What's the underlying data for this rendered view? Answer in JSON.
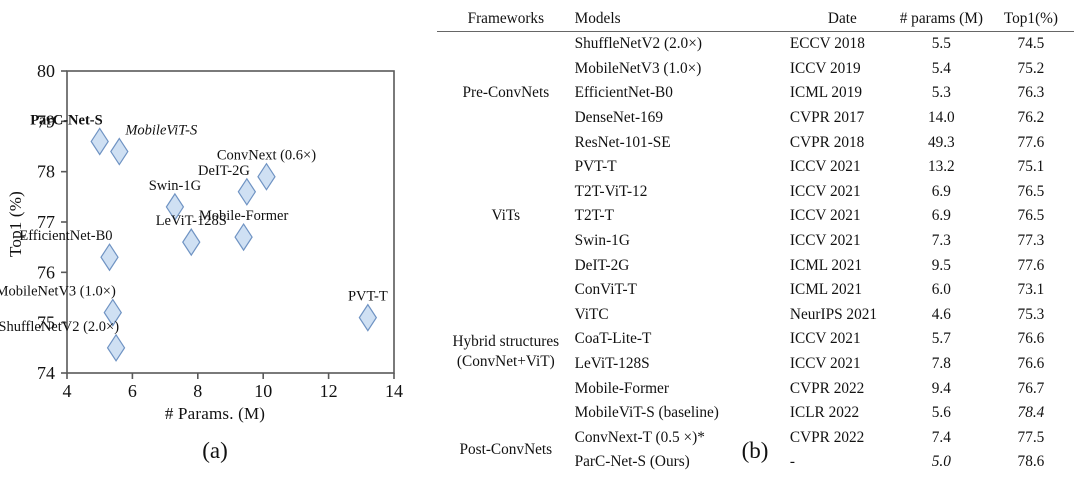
{
  "figure_a": {
    "caption": "(a)",
    "chart_data": {
      "type": "scatter",
      "title": "",
      "xlabel": "# Params. (M)",
      "ylabel": "Top1 (%)",
      "xlim": [
        4,
        14
      ],
      "ylim": [
        74,
        80
      ],
      "xticks": [
        4,
        6,
        8,
        10,
        12,
        14
      ],
      "yticks": [
        74,
        75,
        76,
        77,
        78,
        79,
        80
      ],
      "grid": false,
      "legend": "none",
      "marker": "diamond",
      "marker_fill": "#cfe0f3",
      "marker_stroke": "#6f93c3",
      "points": [
        {
          "label": "ParC-Net-S",
          "x": 5.0,
          "y": 78.6,
          "label_style": "bold",
          "label_pos": "above-left"
        },
        {
          "label": "MobileViT-S",
          "x": 5.6,
          "y": 78.4,
          "label_style": "italic",
          "label_pos": "above-right"
        },
        {
          "label": "ConvNext (0.6×)",
          "x": 10.1,
          "y": 77.9,
          "label_style": "normal",
          "label_pos": "above"
        },
        {
          "label": "DeIT-2G",
          "x": 9.5,
          "y": 77.6,
          "label_style": "normal",
          "label_pos": "above-left"
        },
        {
          "label": "Swin-1G",
          "x": 7.3,
          "y": 77.3,
          "label_style": "normal",
          "label_pos": "above"
        },
        {
          "label": "Mobile-Former",
          "x": 9.4,
          "y": 76.7,
          "label_style": "normal",
          "label_pos": "above"
        },
        {
          "label": "LeViT-128S",
          "x": 7.8,
          "y": 76.6,
          "label_style": "normal",
          "label_pos": "above"
        },
        {
          "label": "EfficientNet-B0",
          "x": 5.3,
          "y": 76.3,
          "label_style": "normal",
          "label_pos": "above-left"
        },
        {
          "label": "MobileNetV3 (1.0×)",
          "x": 5.4,
          "y": 75.2,
          "label_style": "normal",
          "label_pos": "above-left"
        },
        {
          "label": "ShuffleNetV2 (2.0×)",
          "x": 5.5,
          "y": 74.5,
          "label_style": "normal",
          "label_pos": "above-left"
        },
        {
          "label": "PVT-T",
          "x": 13.2,
          "y": 75.1,
          "label_style": "normal",
          "label_pos": "above"
        }
      ]
    }
  },
  "figure_b": {
    "caption": "(b)",
    "table": {
      "headers": [
        "Frameworks",
        "Models",
        "Date",
        "# params (M)",
        "Top1(%)"
      ],
      "groups": [
        {
          "name": "Pre-ConvNets",
          "rows": [
            {
              "model": "ShuffleNetV2 (2.0×)",
              "date": "ECCV 2018",
              "params": "5.5",
              "top1": "74.5"
            },
            {
              "model": "MobileNetV3 (1.0×)",
              "date": "ICCV 2019",
              "params": "5.4",
              "top1": "75.2"
            },
            {
              "model": "EfficientNet-B0",
              "date": "ICML 2019",
              "params": "5.3",
              "top1": "76.3"
            },
            {
              "model": "DenseNet-169",
              "date": "CVPR 2017",
              "params": "14.0",
              "top1": "76.2"
            },
            {
              "model": "ResNet-101-SE",
              "date": "CVPR 2018",
              "params": "49.3",
              "top1": "77.6"
            }
          ]
        },
        {
          "name": "ViTs",
          "rows": [
            {
              "model": "PVT-T",
              "date": "ICCV 2021",
              "params": "13.2",
              "top1": "75.1"
            },
            {
              "model": "T2T-ViT-12",
              "date": "ICCV 2021",
              "params": "6.9",
              "top1": "76.5"
            },
            {
              "model": "T2T-T",
              "date": "ICCV 2021",
              "params": "6.9",
              "top1": "76.5"
            },
            {
              "model": "Swin-1G",
              "date": "ICCV 2021",
              "params": "7.3",
              "top1": "77.3"
            },
            {
              "model": "DeIT-2G",
              "date": "ICML 2021",
              "params": "9.5",
              "top1": "77.6"
            }
          ]
        },
        {
          "name": "Hybrid structures\n(ConvNet+ViT)",
          "name_line1": "Hybrid structures",
          "name_line2": "(ConvNet+ViT)",
          "rows": [
            {
              "model": "ConViT-T",
              "date": "ICML 2021",
              "params": "6.0",
              "top1": "73.1"
            },
            {
              "model": "ViTC",
              "date": "NeurIPS 2021",
              "params": "4.6",
              "top1": "75.3",
              "params_style": "bold"
            },
            {
              "model": "CoaT-Lite-T",
              "date": "ICCV 2021",
              "params": "5.7",
              "top1": "76.6"
            },
            {
              "model": "LeViT-128S",
              "date": "ICCV 2021",
              "params": "7.8",
              "top1": "76.6"
            },
            {
              "model": "Mobile-Former",
              "date": "CVPR 2022",
              "params": "9.4",
              "top1": "76.7"
            },
            {
              "model": "MobileViT-S (baseline)",
              "date": "ICLR 2022",
              "params": "5.6",
              "top1": "78.4",
              "top1_style": "italic"
            }
          ]
        },
        {
          "name": "Post-ConvNets",
          "rows": [
            {
              "model": "ConvNext-T (0.5 ×)*",
              "date": "CVPR 2022",
              "params": "7.4",
              "top1": "77.5"
            },
            {
              "model": "ParC-Net-S  (Ours)",
              "date": "-",
              "params": "5.0",
              "top1": "78.6",
              "params_style": "italic",
              "top1_style": "bold"
            }
          ]
        }
      ]
    }
  }
}
